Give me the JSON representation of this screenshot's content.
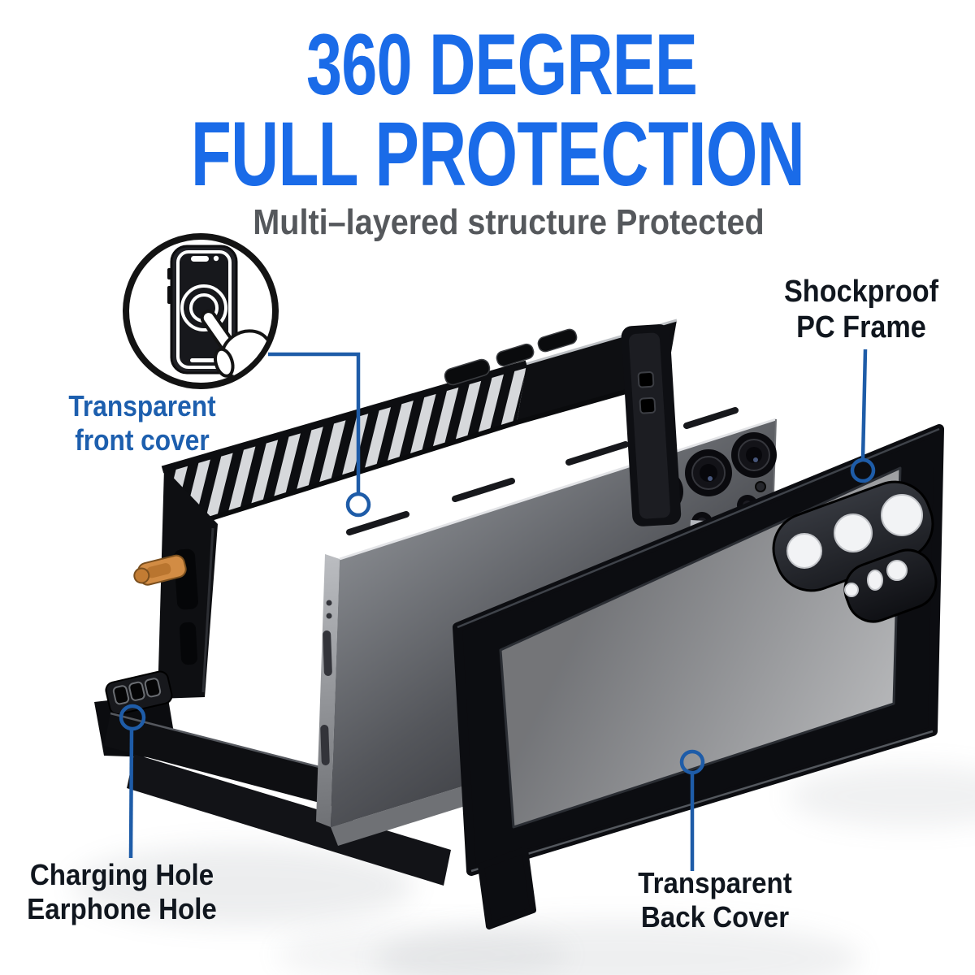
{
  "header": {
    "title_line1": "360 DEGREE",
    "title_line2": "FULL PROTECTION",
    "subtitle": "Multi–layered structure Protected"
  },
  "callouts": {
    "front_cover": {
      "line1": "Transparent",
      "line2": "front cover"
    },
    "pc_frame": {
      "line1": "Shockproof",
      "line2": "PC Frame"
    },
    "charging": {
      "line1": "Charging Hole",
      "line2": "Earphone Hole"
    },
    "back_cover": {
      "line1": "Transparent",
      "line2": "Back Cover"
    }
  },
  "icons": {
    "touch_phone": "phone-touch-gesture-icon"
  },
  "colors": {
    "title_blue": "#1a6be8",
    "subtitle_gray": "#55585c",
    "label_blue": "#1d5fae",
    "label_dark": "#10161e",
    "callout_blue": "#1e5ca8",
    "case_black": "#0d0e12",
    "plug_orange": "#d28c44"
  }
}
